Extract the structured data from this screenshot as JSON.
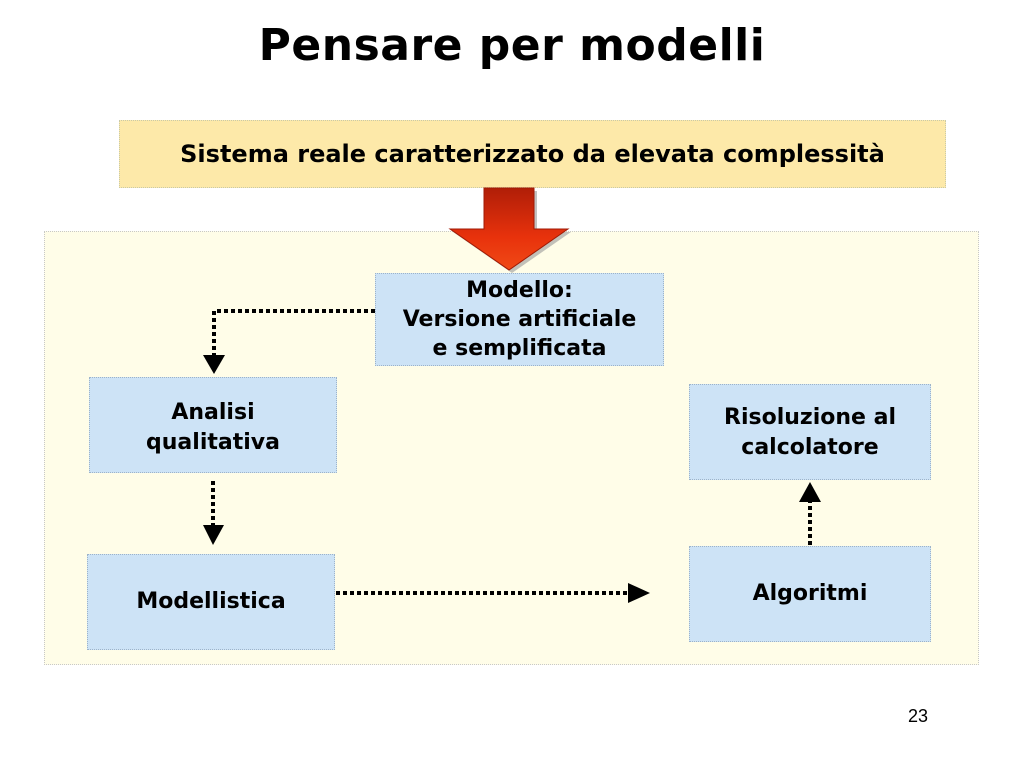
{
  "title": "Pensare per modelli",
  "system": {
    "label": "Sistema reale caratterizzato da elevata complessità"
  },
  "nodes": {
    "model": "Modello:\nVersione artificiale\ne semplificata",
    "analisi": "Analisi\nqualitativa",
    "modellistica": "Modellistica",
    "risoluzione": "Risoluzione al\ncalcolatore",
    "algoritmi": "Algoritmi"
  },
  "page_number": "23",
  "colors": {
    "system_fill": "#fde9a9",
    "panel_fill": "#fffde8",
    "node_fill": "#cde3f6",
    "arrow_red": "#e8320c",
    "connector": "#000000"
  }
}
